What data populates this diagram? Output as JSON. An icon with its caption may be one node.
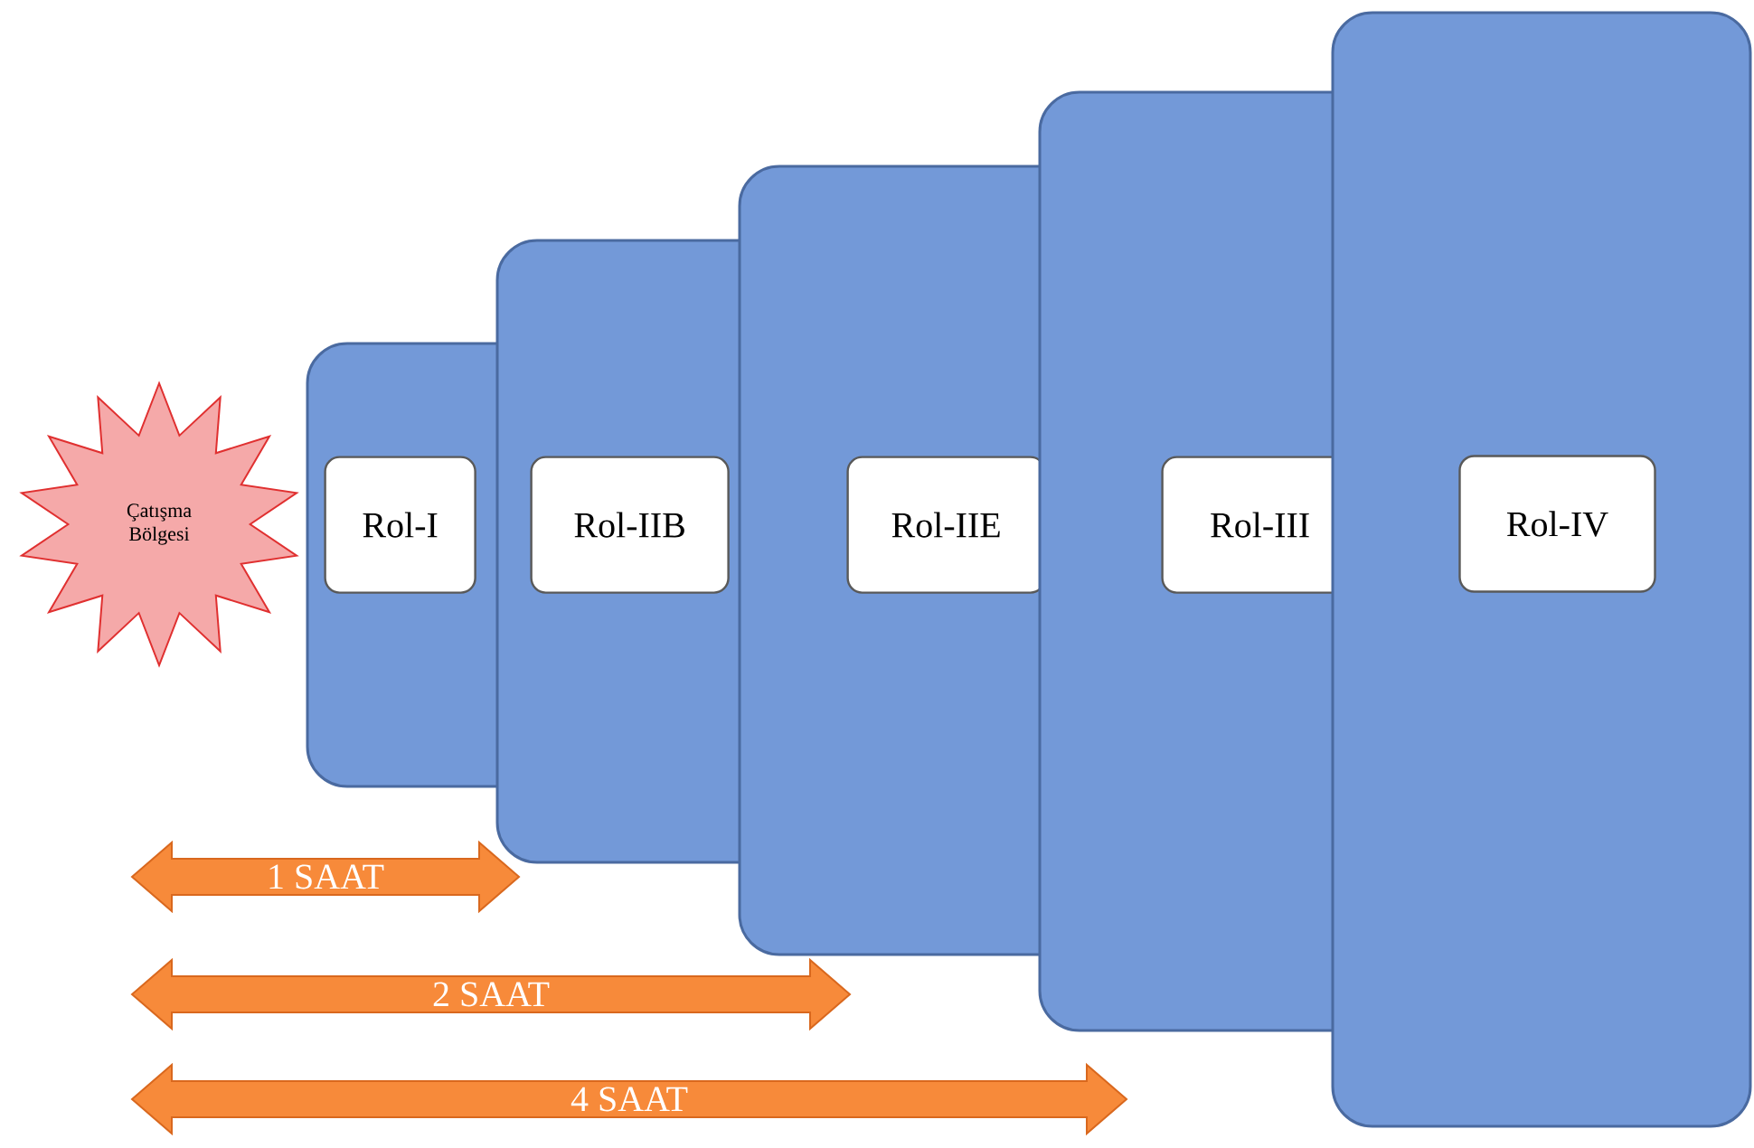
{
  "diagram": {
    "nodes": [
      {
        "text": [
          "Çatışma Bölgesi"
        ]
      },
      {
        "text": [],
        "shape": "box"
      },
      {
        "text": [
          "Rol-I"
        ],
        "in": 1
      },
      {
        "text": [],
        "shape": "box"
      },
      {
        "text": [
          "Rol-IIB"
        ],
        "in": 3
      },
      {
        "text": [],
        "shape": "box"
      },
      {
        "text": [
          "Rol-IIE"
        ],
        "in": 5
      },
      {
        "text": [],
        "shape": "box"
      },
      {
        "text": [
          "Rol-III"
        ],
        "in": 7
      },
      {
        "text": [],
        "shape": "box"
      },
      {
        "text": [
          "Rol-IV"
        ],
        "in": 9
      }
    ],
    "labels": [
      "1 SAAT",
      "2 SAAT",
      "4 SAAT"
    ]
  }
}
